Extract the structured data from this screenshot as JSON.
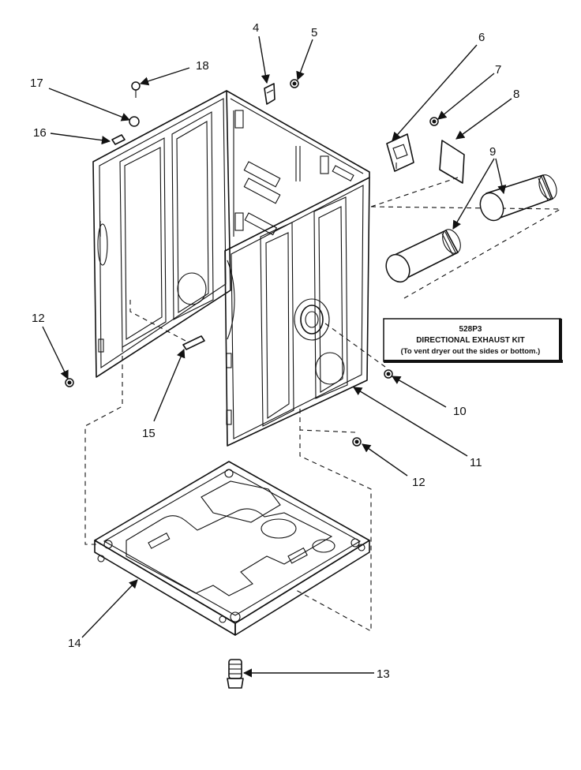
{
  "callouts": {
    "n4": "4",
    "n5": "5",
    "n6": "6",
    "n7": "7",
    "n8": "8",
    "n9": "9",
    "n10": "10",
    "n11": "11",
    "n12a": "12",
    "n12b": "12",
    "n13": "13",
    "n14": "14",
    "n15": "15",
    "n16": "16",
    "n17": "17",
    "n18": "18"
  },
  "kit_note": {
    "model": "528P3",
    "title": "DIRECTIONAL EXHAUST KIT",
    "subtitle": "(To vent dryer out the sides or bottom.)"
  }
}
